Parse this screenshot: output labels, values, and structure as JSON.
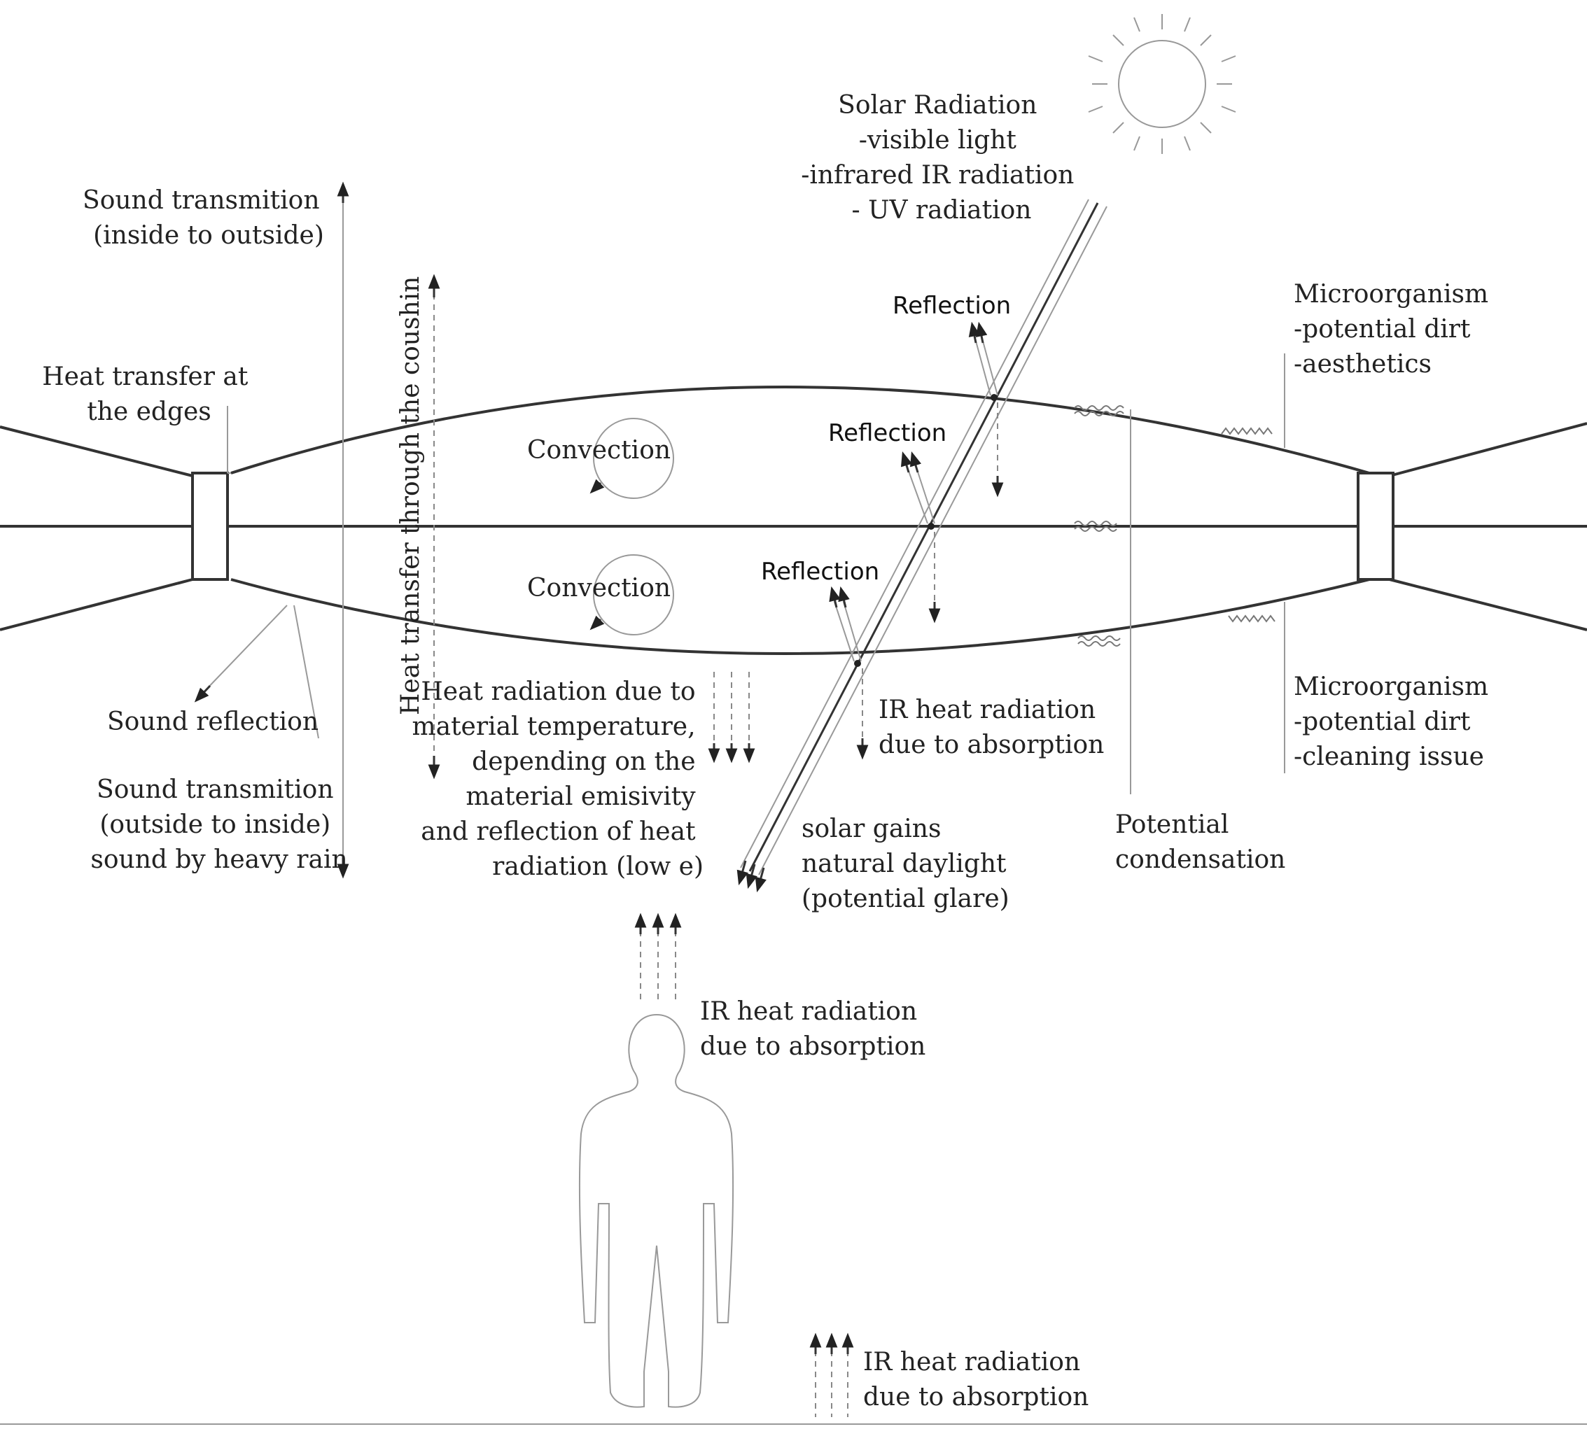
{
  "colors": {
    "background": "#ffffff",
    "line": "#333333",
    "light_line": "#999999",
    "text": "#222222"
  },
  "icons": {
    "sun": "sun-icon",
    "person": "person-silhouette",
    "arrow": "arrowhead-icon"
  },
  "labels": {
    "solar_radiation": [
      "Solar Radiation",
      "-visible light",
      "-infrared IR radiation",
      "- UV radiation"
    ],
    "sound_transmition_in_out": [
      "Sound transmition",
      "(inside to outside)"
    ],
    "heat_transfer_edges": [
      "Heat transfer at",
      "the edges"
    ],
    "heat_transfer_cushion": "Heat transfer through the coushin",
    "reflection_top": "Reflection",
    "reflection_middle": "Reflection",
    "reflection_bottom": "Reflection",
    "convection_upper": "Convection",
    "convection_lower": "Convection",
    "microorganism_top": [
      "Microorganism",
      "-potential dirt",
      "-aesthetics"
    ],
    "microorganism_bottom": [
      "Microorganism",
      "-potential dirt",
      "-cleaning issue"
    ],
    "sound_reflection": "Sound reflection",
    "sound_transmition_out_in": [
      "Sound transmition",
      "(outside to inside)",
      "sound by heavy rain"
    ],
    "heat_radiation_material": [
      "Heat radiation due to",
      "material temperature,",
      "depending on the",
      "material emisivity",
      "and reflection of heat",
      "radiation (low e)"
    ],
    "ir_heat_radiation_cushion": [
      "IR heat radiation",
      "due to absorption"
    ],
    "solar_gains": [
      "solar gains",
      "natural daylight",
      "(potential glare)"
    ],
    "potential_condensation": [
      "Potential",
      "condensation"
    ],
    "ir_heat_radiation_person": [
      "IR heat radiation",
      "due to absorption"
    ],
    "ir_heat_radiation_floor": [
      "IR heat radiation",
      "due to absorption"
    ]
  }
}
